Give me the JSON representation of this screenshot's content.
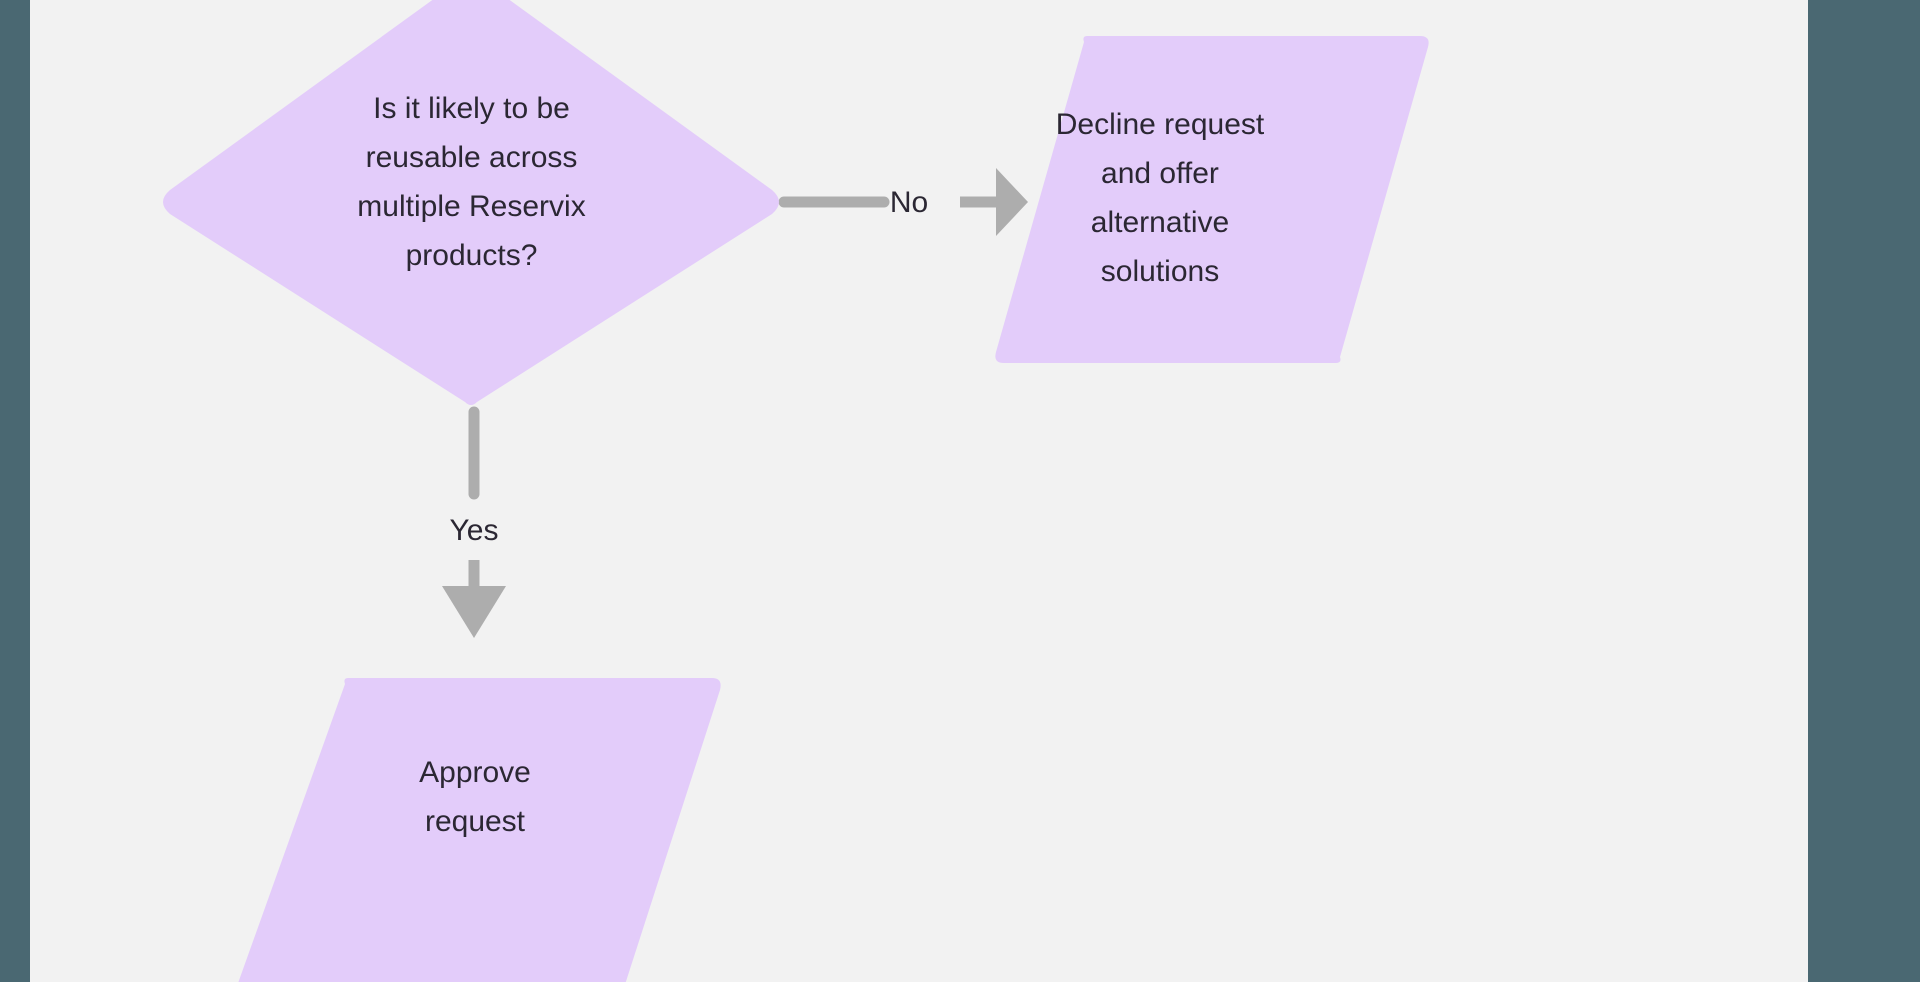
{
  "diagram": {
    "type": "flowchart",
    "background_color": "#F2F2F2",
    "gutter_color": "#4A6872",
    "node_fill_color": "#E3CCFA",
    "connector_color": "#ADADAD",
    "text_color": "#2B2733",
    "nodes": [
      {
        "id": "decision-reusable",
        "shape": "diamond",
        "label": "Is it likely to be\nreusable across\nmultiple Reservix\nproducts?"
      },
      {
        "id": "decline-request",
        "shape": "parallelogram",
        "label": "Decline request\nand offer\nalternative\nsolutions"
      },
      {
        "id": "approve-request",
        "shape": "parallelogram",
        "label": "Approve\nrequest"
      }
    ],
    "edges": [
      {
        "id": "edge-no",
        "from": "decision-reusable",
        "to": "decline-request",
        "label": "No",
        "direction": "right"
      },
      {
        "id": "edge-yes",
        "from": "decision-reusable",
        "to": "approve-request",
        "label": "Yes",
        "direction": "down"
      },
      {
        "id": "edge-approve-out",
        "from": "approve-request",
        "to": "",
        "label": "",
        "direction": "down"
      }
    ]
  }
}
